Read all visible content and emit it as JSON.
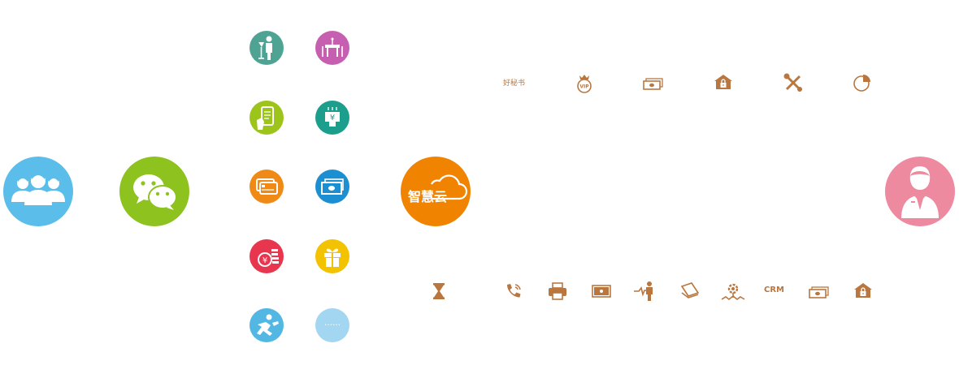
{
  "colors": {
    "group_blue": "#5bbdea",
    "wechat_green": "#8dc21f",
    "cloud_orange": "#f08300",
    "staff_pink": "#ee8a9f",
    "icon_brown": "#b9773f",
    "teal": "#4fa392",
    "purple": "#c65fb0",
    "lime": "#9dc41a",
    "aqua": "#1c9e8d",
    "orange": "#f08a16",
    "blue": "#1c8fd2",
    "red": "#e8364f",
    "yellow": "#f3c200",
    "sky": "#53b7e3",
    "lightblue": "#a3d6f1"
  },
  "hub": {
    "label": "智慧云"
  },
  "top_row": {
    "items": [
      "haomishu-logo",
      "vip-crown-icon",
      "cash-icon",
      "locked-store-icon",
      "tools-icon",
      "pie-chart-icon"
    ],
    "haomishu_label": "好秘书"
  },
  "bottom_row": {
    "items": [
      "hourglass-icon",
      "phone-call-icon",
      "printer-icon",
      "pos-terminal-icon",
      "waiter-icon",
      "scanner-icon",
      "gear-person-icon",
      "crm-label",
      "cash-icon",
      "locked-store-icon"
    ],
    "crm_label": "CRM"
  },
  "services": {
    "more_label": "……"
  }
}
